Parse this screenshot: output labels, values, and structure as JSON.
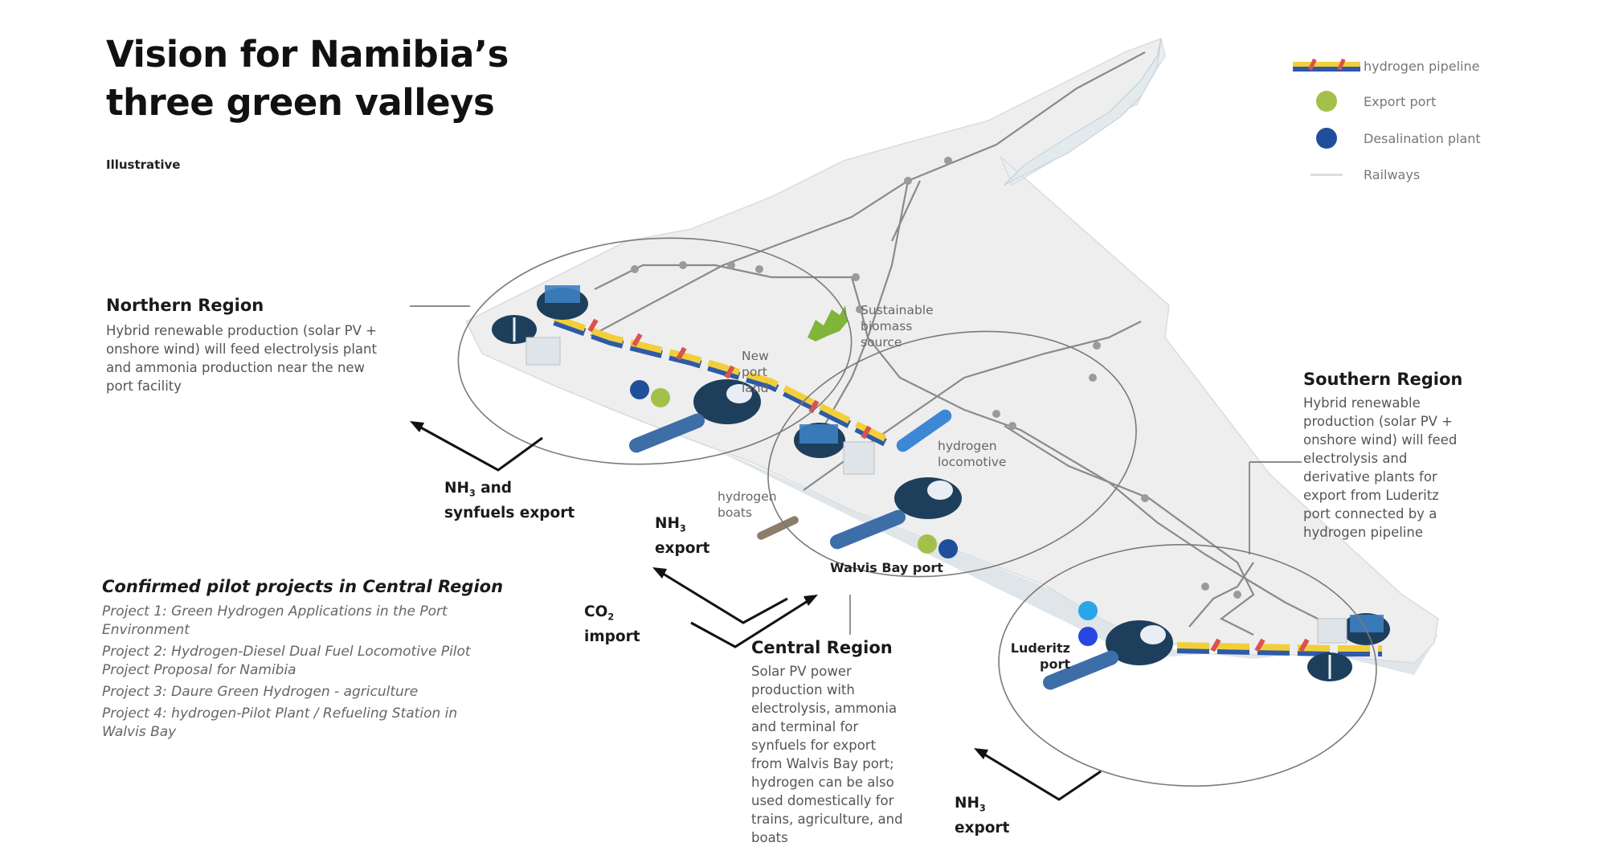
{
  "header": {
    "title_line1": "Vision for Namibia’s",
    "title_line2": "three green valleys",
    "subtitle": "Illustrative"
  },
  "legend": {
    "items": [
      {
        "icon": "hydrogen-pipeline-icon",
        "label": "hydrogen pipeline"
      },
      {
        "icon": "export-port-dot",
        "label": "Export port",
        "color": "#a3c14a"
      },
      {
        "icon": "desalination-plant-dot",
        "label": "Desalination plant",
        "color": "#1f4f9a"
      },
      {
        "icon": "railway-line-icon",
        "label": "Railways"
      }
    ]
  },
  "regions": {
    "northern": {
      "heading": "Northern Region",
      "body": [
        "Hybrid renewable production (solar PV +",
        "onshore wind) will feed electrolysis plant",
        "and ammonia production near the new",
        "port facility"
      ]
    },
    "central": {
      "heading": "Central Region",
      "body": [
        "Solar PV power",
        "production  with",
        "electrolysis, ammonia",
        "and terminal for",
        "synfuels for export",
        "from Walvis Bay port;",
        "hydrogen can be also",
        "used domestically for",
        "trains, agriculture, and",
        "boats"
      ]
    },
    "southern": {
      "heading": "Southern Region",
      "body": [
        "Hybrid renewable",
        "production (solar PV +",
        "onshore wind) will feed",
        "electrolysis and",
        "derivative plants for",
        "export from Luderitz",
        "port connected by a",
        "hydrogen pipeline"
      ]
    }
  },
  "pilot_projects": {
    "heading": "Confirmed pilot projects in Central Region",
    "items": [
      [
        "Project 1: Green Hydrogen Applications in the Port",
        "Environment"
      ],
      [
        "Project 2: Hydrogen-Diesel Dual Fuel Locomotive Pilot",
        "Project Proposal for Namibia"
      ],
      [
        "Project 3: Daure Green Hydrogen - agriculture"
      ],
      [
        "Project 4: hydrogen-Pilot Plant / Refueling Station in",
        "Walvis Bay"
      ]
    ]
  },
  "map_labels": {
    "new_port": [
      "New",
      "port",
      "land"
    ],
    "biomass": [
      "Sustainable",
      "biomass",
      "source"
    ],
    "locomotive": [
      "hydrogen",
      "locomotive"
    ],
    "boats": [
      "hydrogen",
      "boats"
    ],
    "walvis_bay": "Walvis Bay port",
    "luderitz": [
      "Luderitz",
      "port"
    ]
  },
  "flows": {
    "north_export": {
      "line1_pre": "NH",
      "line1_sub": "3",
      "line1_post": " and",
      "line2": "synfuels export"
    },
    "central_export": {
      "line1_pre": "NH",
      "line1_sub": "3",
      "line1_post": "",
      "line2": "export"
    },
    "co2_import": {
      "line1_pre": "CO",
      "line1_sub": "2",
      "line1_post": "",
      "line2": "import"
    },
    "south_export": {
      "line1_pre": "NH",
      "line1_sub": "3",
      "line1_post": "",
      "line2": "export"
    }
  },
  "colors": {
    "land": "#eeeeee",
    "land_edge": "#d8dde0",
    "coast_shadow": "#c9d3d8",
    "railway": "#8a8a8a",
    "pipeline_yellow": "#f2cf3a",
    "pipeline_blue": "#2e5aa8",
    "pipeline_red": "#d9534f",
    "facility_dark": "#1d3f5c",
    "solar_blue": "#3e7fc1",
    "export_port": "#a3c14a",
    "desalination": "#1f4f9a",
    "light_blue": "#29a7e8",
    "biomass_green": "#7fb539",
    "ellipse": "#777777",
    "arrow": "#111111"
  }
}
